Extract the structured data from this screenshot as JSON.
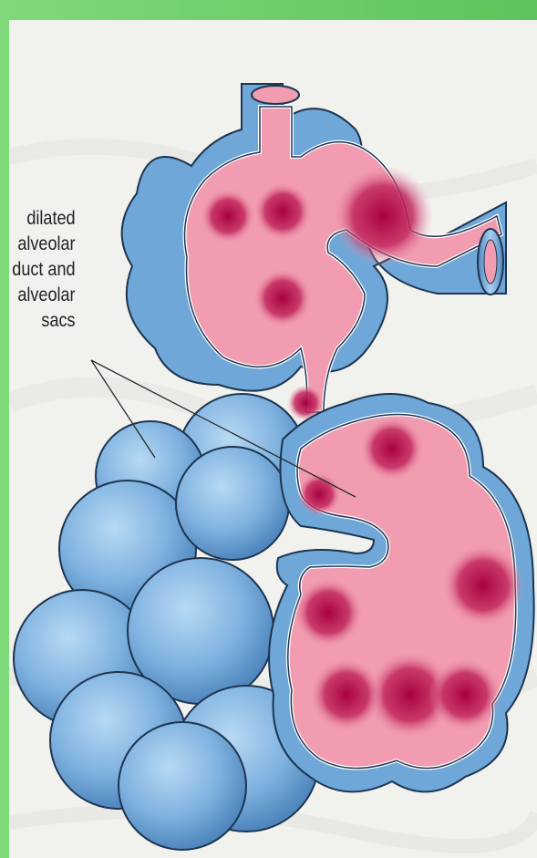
{
  "figure": {
    "label_lines": [
      "dilated",
      "alveolar",
      "duct and",
      "alveolar",
      "sacs"
    ]
  },
  "colors": {
    "border_green": "#6fd26c",
    "background": "#f1f1ee",
    "tissue_blue": "#6fa7d8",
    "tissue_blue_light": "#a9d0f0",
    "lumen_pink": "#f19cb0",
    "lumen_dark": "#b5164e"
  }
}
